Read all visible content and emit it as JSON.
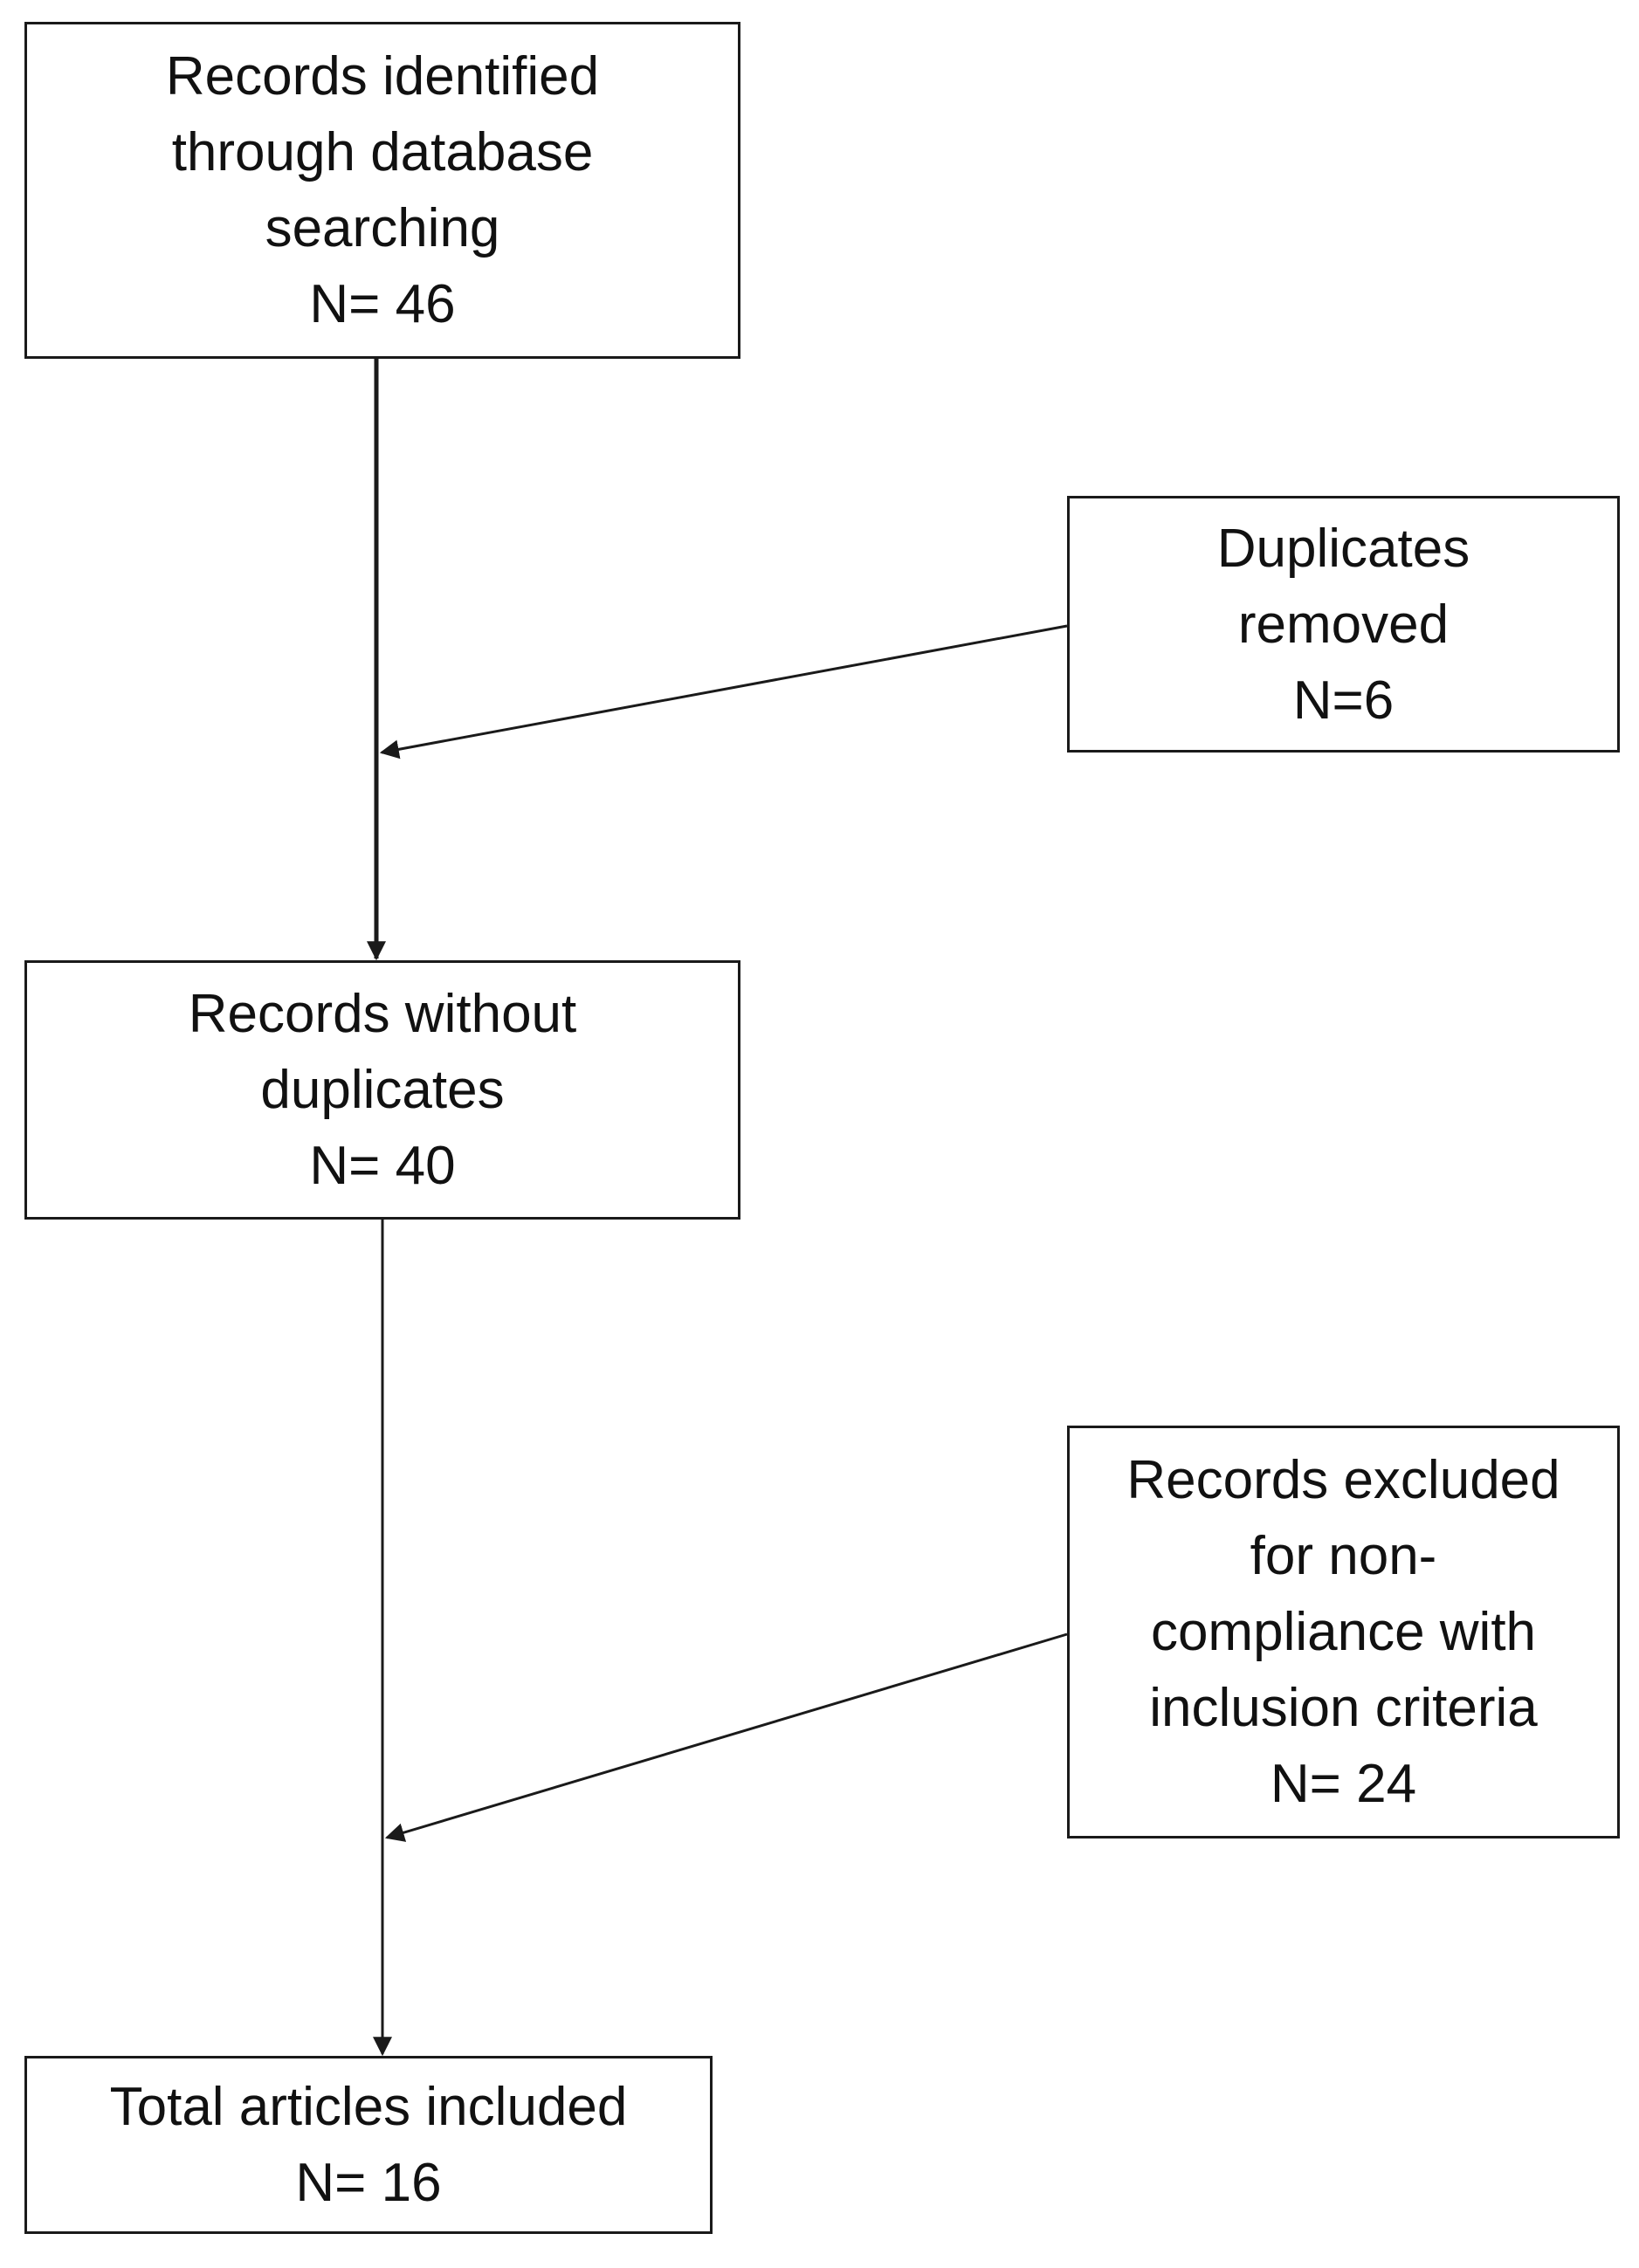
{
  "nodes": {
    "identified": {
      "lines": [
        "Records identified",
        "through database",
        "searching",
        "N= 46"
      ]
    },
    "duplicates_removed": {
      "lines": [
        "Duplicates",
        "removed",
        "N=6"
      ]
    },
    "without_duplicates": {
      "lines": [
        "Records without",
        "duplicates",
        "N= 40"
      ]
    },
    "excluded": {
      "lines": [
        "Records excluded",
        "for non-",
        "compliance with",
        "inclusion criteria",
        "N= 24"
      ]
    },
    "included": {
      "lines": [
        "Total articles included",
        "N= 16"
      ]
    }
  },
  "edges": [
    {
      "from": "identified",
      "to": "without_duplicates"
    },
    {
      "from": "duplicates_removed",
      "to": "identified-without_duplicates edge"
    },
    {
      "from": "without_duplicates",
      "to": "included"
    },
    {
      "from": "excluded",
      "to": "without_duplicates-included edge"
    }
  ],
  "colors": {
    "stroke": "#1a1a1a",
    "background": "#ffffff"
  }
}
